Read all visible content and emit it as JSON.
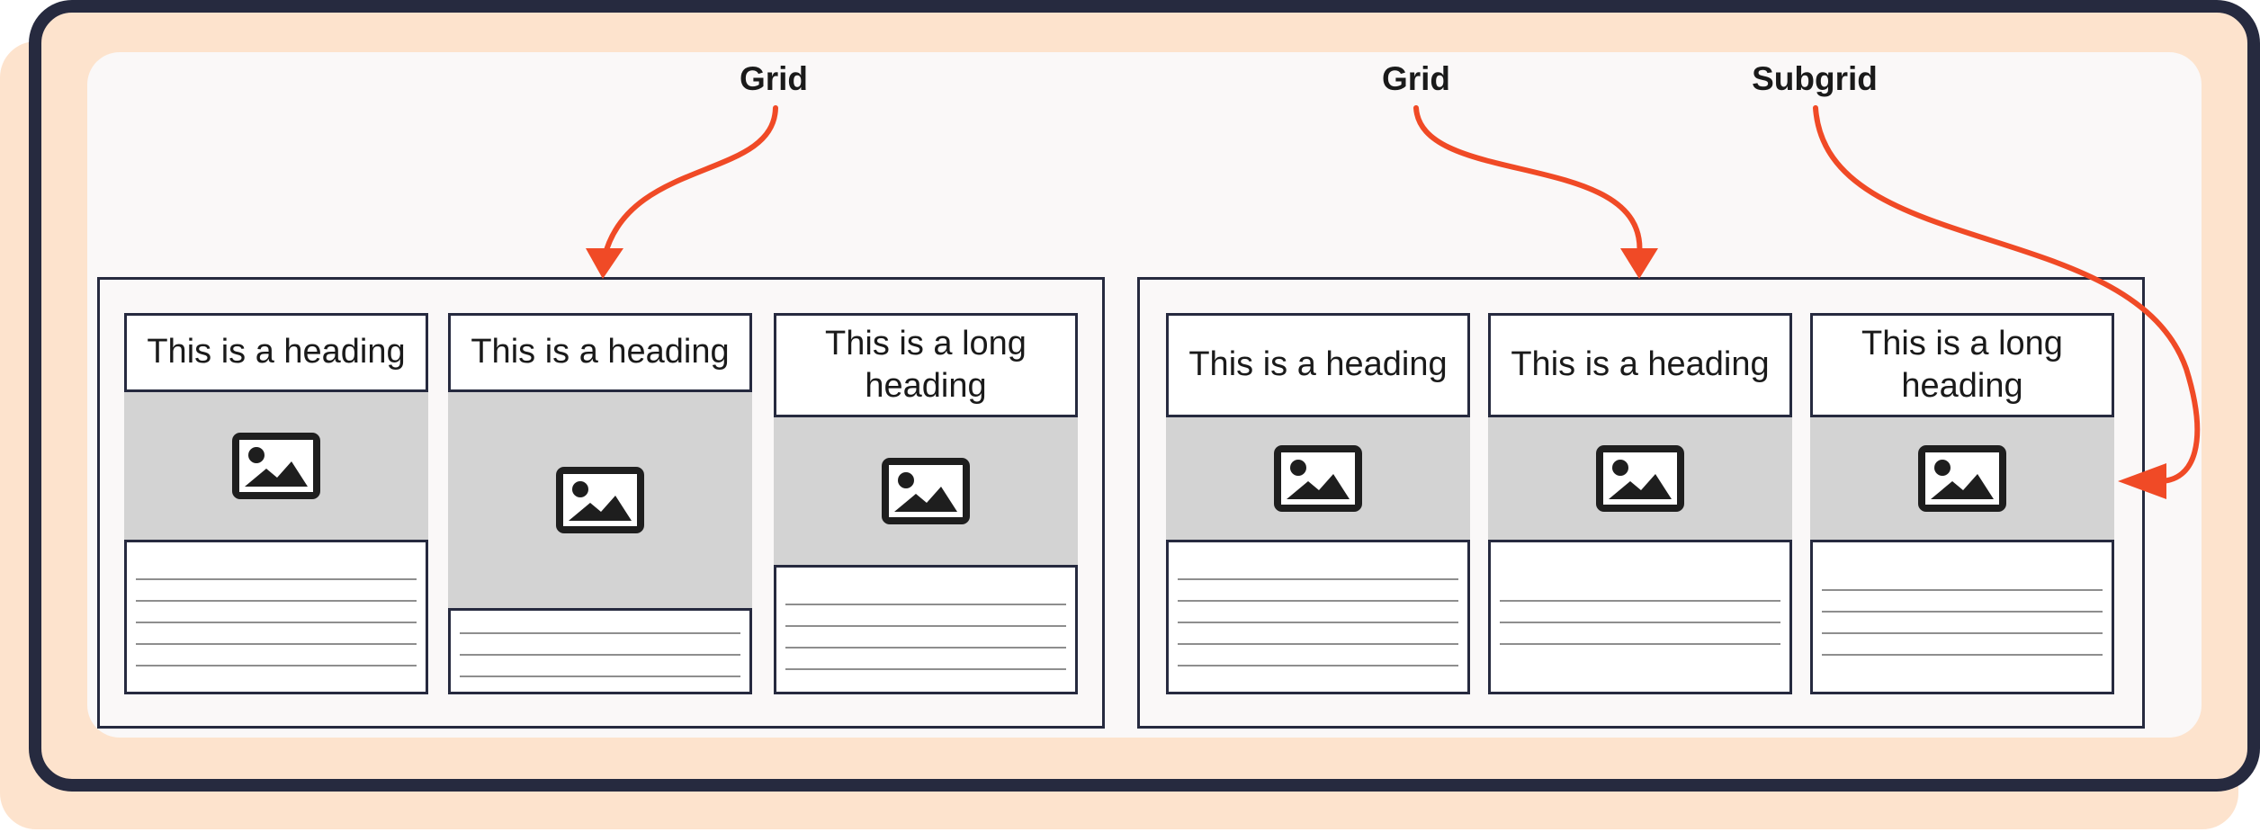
{
  "colors": {
    "arrow": "#f04a26",
    "frame": "#262a3f",
    "frame_bg": "#fde3cd",
    "canvas_bg": "#faf8f8",
    "image_bg": "#d3d3d3"
  },
  "labels": {
    "left_grid": "Grid",
    "right_grid": "Grid",
    "subgrid": "Subgrid"
  },
  "left_diagram": {
    "cards": [
      {
        "heading": "This is a heading",
        "icon": "image-icon"
      },
      {
        "heading": "This is a heading",
        "icon": "image-icon"
      },
      {
        "heading": "This is a long heading",
        "icon": "image-icon"
      }
    ]
  },
  "right_diagram": {
    "cards": [
      {
        "heading": "This is a heading",
        "icon": "image-icon"
      },
      {
        "heading": "This is a heading",
        "icon": "image-icon"
      },
      {
        "heading": "This is a long heading",
        "icon": "image-icon"
      }
    ]
  }
}
